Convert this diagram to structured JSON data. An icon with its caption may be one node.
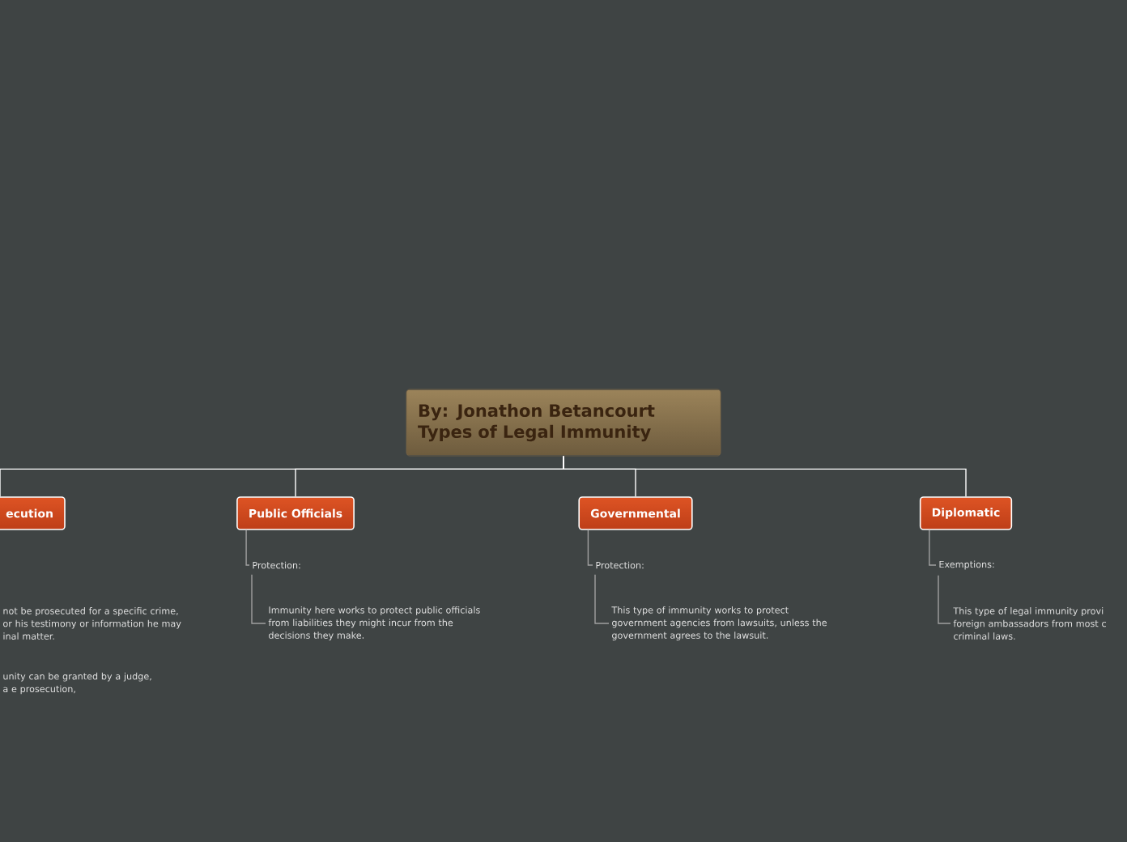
{
  "diagram": {
    "nodes": [
      {
        "text": [
          "By: Jonathon Betancourt Types of Legal Immunity"
        ]
      },
      {
        "text": [
          "ecution"
        ]
      },
      {
        "text": [
          "Public Officials"
        ]
      },
      {
        "text": [
          "Governmental"
        ]
      },
      {
        "text": [
          "Diplomatic"
        ]
      },
      {
        "text": [
          "Protection:"
        ]
      },
      {
        "text": [
          "Immunity here works to protect public officials from liabilities they might incur from the decisions they make."
        ]
      },
      {
        "text": [
          "Protection:"
        ]
      },
      {
        "text": [
          "This type of immunity works to protect government agencies from lawsuits, unless the government agrees to the lawsuit."
        ]
      },
      {
        "text": [
          "Exemptions:"
        ]
      },
      {
        "text": [
          "This type of legal immunity provi foreign ambassadors from most c criminal laws."
        ]
      }
    ],
    "edges": [
      {
        "from": 0,
        "to": 1,
        "arrow": "none",
        "color": "#ffffff"
      },
      {
        "from": 0,
        "to": 2,
        "arrow": "none",
        "color": "#ffffff"
      },
      {
        "from": 0,
        "to": 3,
        "arrow": "none",
        "color": "#ffffff"
      },
      {
        "from": 0,
        "to": 4,
        "arrow": "none",
        "color": "#ffffff"
      },
      {
        "from": 2,
        "to": 5,
        "arrow": "none"
      },
      {
        "from": 5,
        "to": 6,
        "arrow": "none"
      },
      {
        "from": 3,
        "to": 7,
        "arrow": "none"
      },
      {
        "from": 7,
        "to": 8,
        "arrow": "none"
      },
      {
        "from": 4,
        "to": 9,
        "arrow": "none"
      },
      {
        "from": 9,
        "to": 10,
        "arrow": "none"
      }
    ],
    "labels": [
      "not be prosecuted for a specific crime, or his testimony or information he may inal matter.",
      "unity can be granted by a judge, a e prosecution,"
    ]
  }
}
